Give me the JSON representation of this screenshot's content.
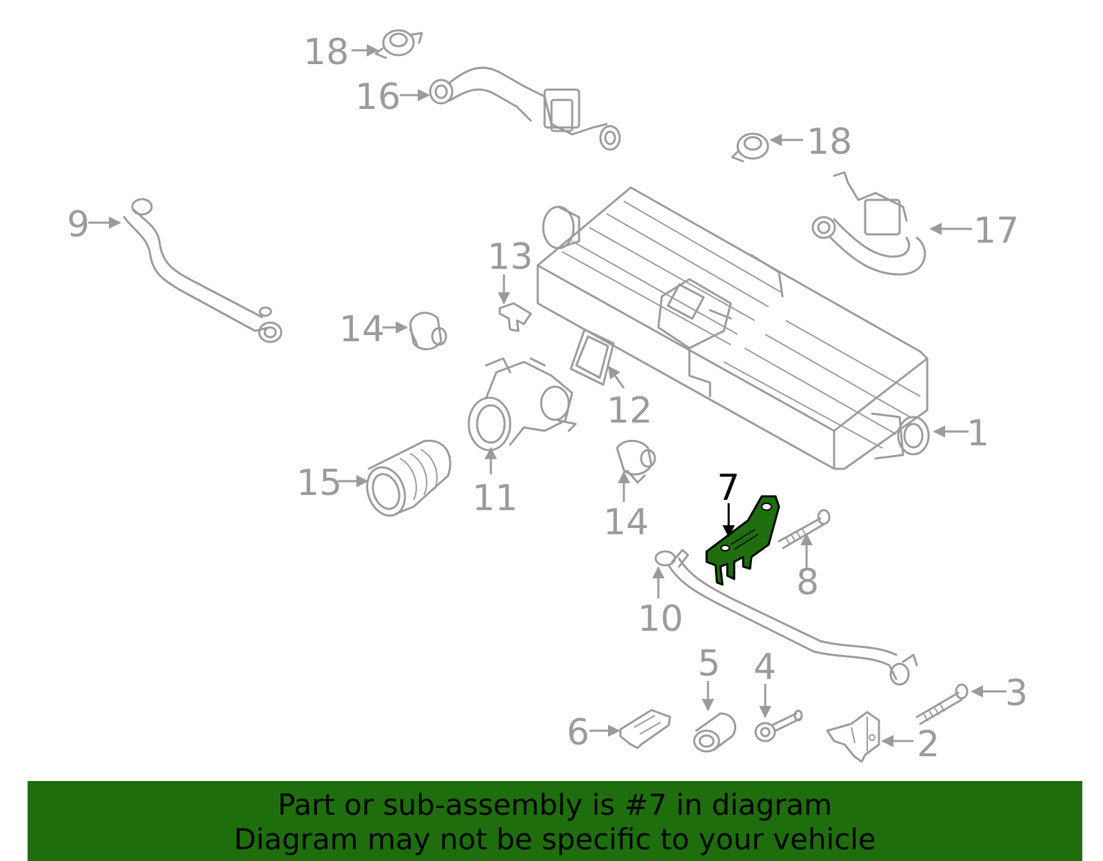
{
  "callouts": {
    "c1": "1",
    "c2": "2",
    "c3": "3",
    "c4": "4",
    "c5": "5",
    "c6": "6",
    "c7": "7",
    "c8": "8",
    "c9": "9",
    "c10": "10",
    "c11": "11",
    "c12": "12",
    "c13": "13",
    "c14a": "14",
    "c14b": "14",
    "c15": "15",
    "c16": "16",
    "c17": "17",
    "c18a": "18",
    "c18b": "18"
  },
  "highlight_part": "7",
  "colors": {
    "line": "#9b9b9b",
    "highlight_fill": "#1f6e0d",
    "banner_bg": "#1f6e0d",
    "banner_text": "#000000"
  },
  "banner": {
    "line1": "Part or sub-assembly is #7 in diagram",
    "line2": "Diagram may not be specific to your vehicle"
  }
}
